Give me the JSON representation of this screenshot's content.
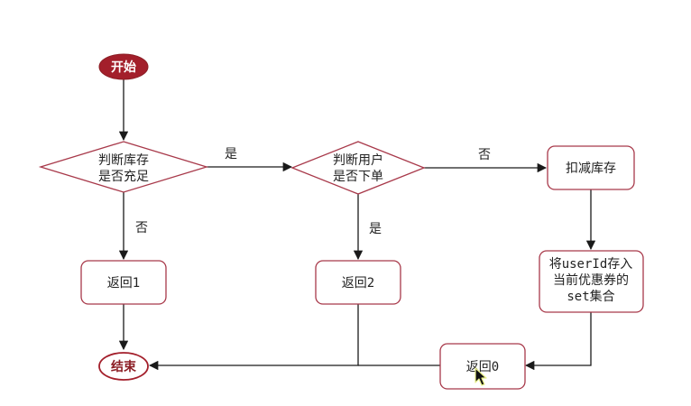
{
  "colors": {
    "start_fill": "#a31f2b",
    "node_stroke": "#a8394a",
    "node_fill": "#ffffff",
    "edge": "#1a1a1a",
    "end_text": "#8b1d24"
  },
  "nodes": {
    "start": "开始",
    "check_stock": [
      "判断库存",
      "是否充足"
    ],
    "check_user": [
      "判断用户",
      "是否下单"
    ],
    "deduct_stock": "扣减库存",
    "save_user": [
      "将userId存入",
      "当前优惠券的",
      "set集合"
    ],
    "return1": "返回1",
    "return2": "返回2",
    "return0": "返回0",
    "end": "结束"
  },
  "edge_labels": {
    "stock_yes": "是",
    "stock_no": "否",
    "user_yes": "是",
    "user_no": "否"
  },
  "icons": {
    "cursor": "mouse-pointer-icon"
  }
}
